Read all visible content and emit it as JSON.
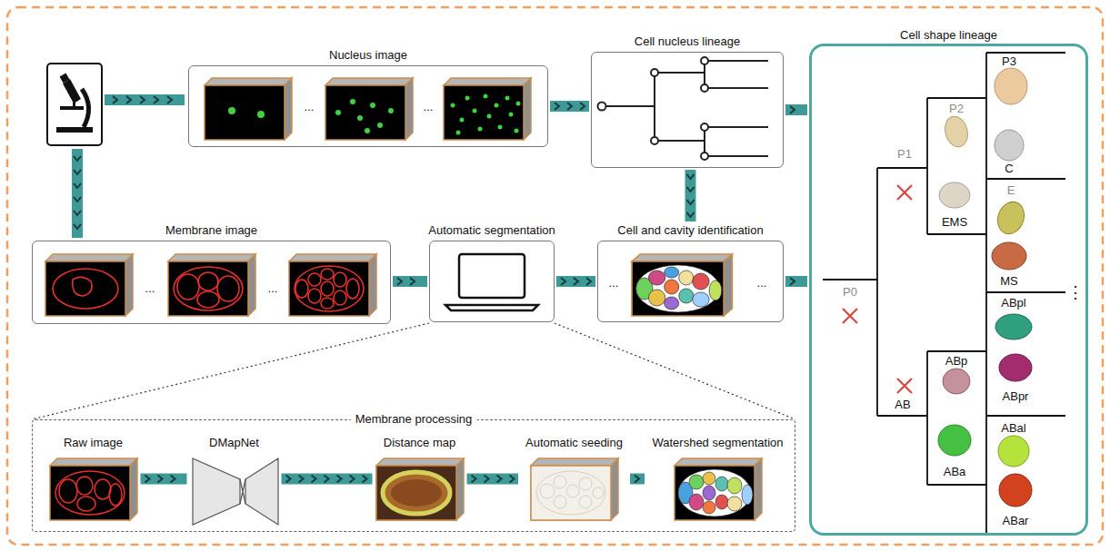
{
  "diagram": {
    "nodes": [
      {
        "text": [
          "Nucleus image"
        ]
      },
      {
        "text": [
          "Cell nucleus lineage"
        ]
      },
      {
        "text": [
          "Cell shape lineage"
        ]
      },
      {
        "text": [
          "Membrane image"
        ]
      },
      {
        "text": [
          "Automatic segmentation"
        ]
      },
      {
        "text": [
          "Cell and cavity identification"
        ]
      },
      {
        "text": [
          "Membrane processing"
        ]
      },
      {
        "text": [
          "Raw image"
        ],
        "in": 6
      },
      {
        "text": [
          "DMapNet"
        ],
        "in": 6
      },
      {
        "text": [
          "Distance map"
        ],
        "in": 6
      },
      {
        "text": [
          "Automatic seeding"
        ],
        "in": 6
      },
      {
        "text": [
          "Watershed segmentation"
        ],
        "in": 6
      }
    ],
    "edges": [
      {
        "from": 0,
        "to": 1,
        "arrow": "to"
      },
      {
        "from": 1,
        "to": 2,
        "arrow": "to"
      },
      {
        "from": 1,
        "to": 5,
        "arrow": "to"
      },
      {
        "from": 3,
        "to": 4,
        "arrow": "to"
      },
      {
        "from": 4,
        "to": 5,
        "arrow": "to"
      },
      {
        "from": 5,
        "to": 2,
        "arrow": "to"
      },
      {
        "from": 4,
        "to": 6,
        "arrow": "none"
      },
      {
        "from": 7,
        "to": 8,
        "arrow": "to"
      },
      {
        "from": 8,
        "to": 9,
        "arrow": "to"
      },
      {
        "from": 9,
        "to": 10,
        "arrow": "to"
      },
      {
        "from": 10,
        "to": 11,
        "arrow": "to"
      }
    ],
    "labels": [
      "...",
      "...",
      "...",
      "...",
      "...",
      "...",
      "P3",
      "P2",
      "C",
      "P1",
      "EMS",
      "E",
      "MS",
      "P0",
      "ABpl",
      "ABp",
      "ABpr",
      "AB",
      "ABa",
      "ABal",
      "ABar",
      "⋮"
    ]
  }
}
